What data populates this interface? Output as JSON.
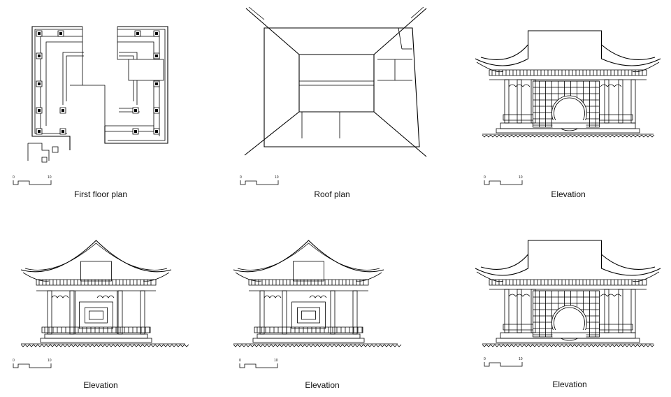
{
  "drawings": [
    {
      "id": "first-floor-plan",
      "caption": "First floor plan",
      "scale": {
        "start": "0",
        "end": "10"
      }
    },
    {
      "id": "roof-plan",
      "caption": "Roof plan",
      "scale": {
        "start": "0",
        "end": "10"
      }
    },
    {
      "id": "elevation-moon-gate-top",
      "caption": "Elevation",
      "scale": {
        "start": "0",
        "end": "10"
      }
    },
    {
      "id": "elevation-side-left",
      "caption": "Elevation",
      "scale": {
        "start": "0",
        "end": "10"
      }
    },
    {
      "id": "elevation-side-middle",
      "caption": "Elevation",
      "scale": {
        "start": "0",
        "end": "10"
      }
    },
    {
      "id": "elevation-moon-gate-bottom",
      "caption": "Elevation",
      "scale": {
        "start": "0",
        "end": "10"
      }
    }
  ]
}
